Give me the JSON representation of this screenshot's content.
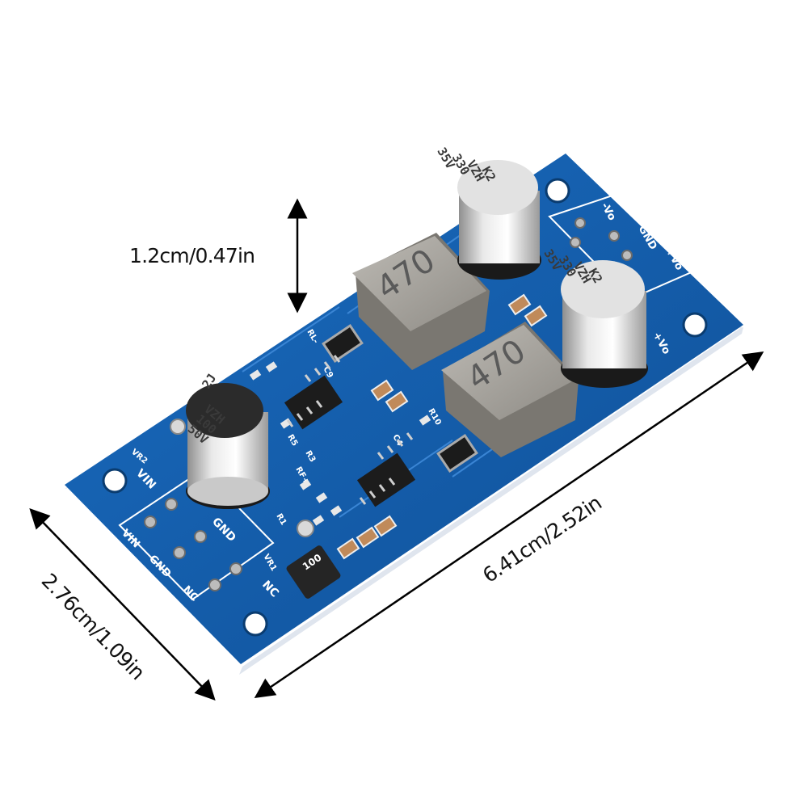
{
  "dimensions": {
    "height": "1.2cm/0.47in",
    "width": "2.76cm/1.09in",
    "length": "6.41cm/2.52in"
  },
  "board_labels": {
    "input_header_title": "VIN",
    "input_header_gnd": "GND",
    "input_header_nc": "NC",
    "input_pin_vin": "VIN",
    "input_pin_gnd": "GND",
    "input_pin_nc": "NC",
    "output_pin_neg": "-Vo",
    "output_pin_gnd": "GND",
    "output_pin_pos": "+Vo",
    "output_side": "+Vo",
    "vr1": "VR1",
    "vr2": "VR2",
    "rf": "RF+",
    "rl": "RL-",
    "r1": "R1",
    "r3": "R3",
    "r5": "R5",
    "r10": "R10",
    "c4": "C4",
    "c9": "C9"
  },
  "components": {
    "cap_input_text": [
      "2J",
      "VZH",
      "100",
      "50V"
    ],
    "cap_output_text": [
      "K2",
      "VZH",
      "330",
      "35V"
    ],
    "inductor_text": "470",
    "small_inductor_text": "100"
  },
  "colors": {
    "pcb": "#1561b0",
    "pcb_dark": "#0e4a8c",
    "silkscreen": "#ffffff",
    "inductor": "#a6a39d",
    "capacitor": "#d7d7d7",
    "arrow": "#000000"
  }
}
